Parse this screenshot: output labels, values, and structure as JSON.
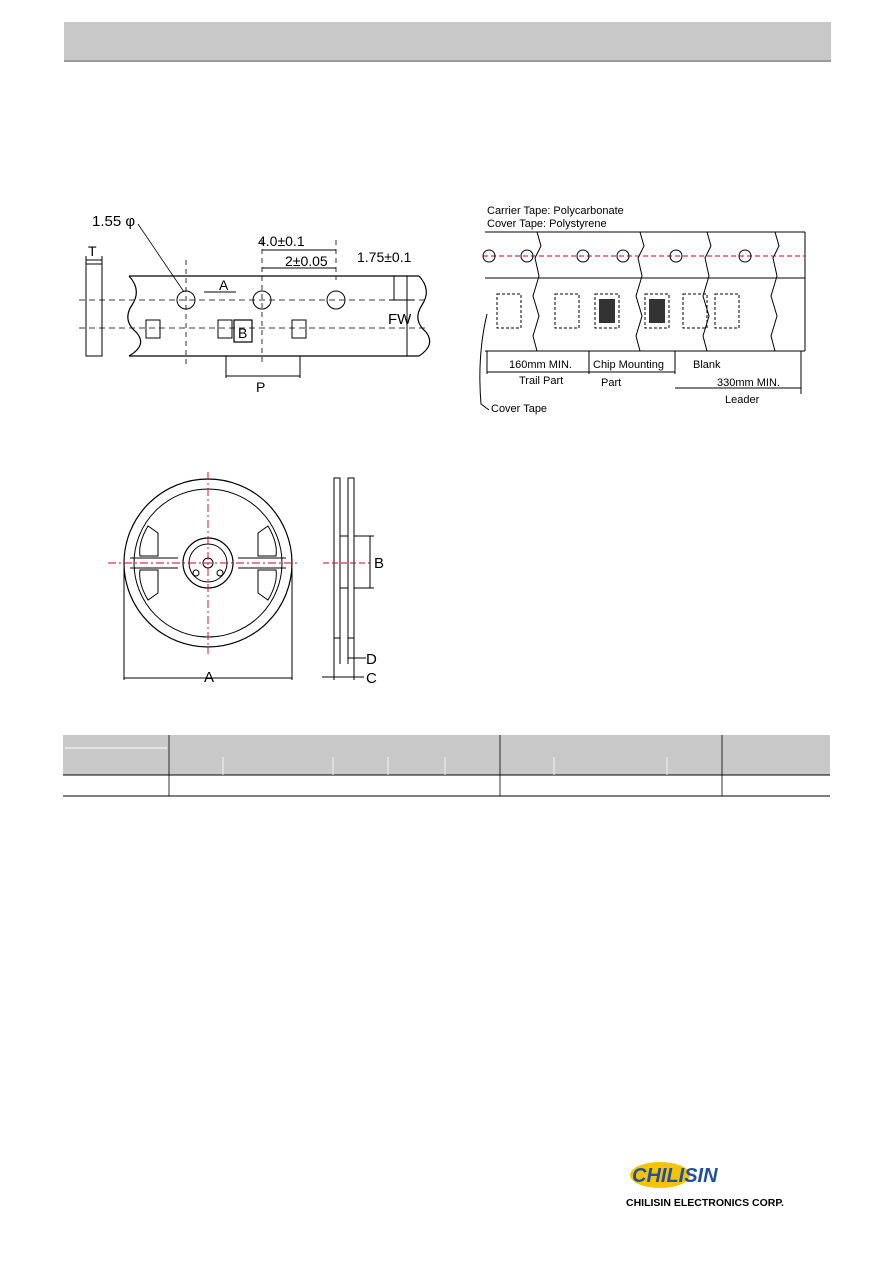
{
  "tape_diagram": {
    "label_hole": "1.55 φ",
    "label_pitch": "4.0±0.1",
    "label_half_pitch": "2±0.05",
    "label_edge": "1.75±0.1",
    "label_t": "T",
    "label_a": "A",
    "label_b": "B",
    "label_fw": "FW",
    "label_p": "P"
  },
  "tape_leader": {
    "carrier_tape": "Carrier Tape: Polycarbonate",
    "cover_tape_material": "Cover Tape: Polystyrene",
    "trail_length": "160mm MIN.",
    "trail_part": "Trail Part",
    "chip_mounting": "Chip Mounting",
    "chip_part": "Part",
    "blank": "Blank",
    "leader_length": "330mm MIN.",
    "leader": "Leader",
    "cover_tape": "Cover Tape"
  },
  "reel_diagram": {
    "label_a": "A",
    "label_b": "B",
    "label_c": "C",
    "label_d": "D"
  },
  "footer": {
    "logo_word": "CHILISIN",
    "company": "CHILISIN ELECTRONICS CORP."
  },
  "colors": {
    "header_bar": "#c8c8c8",
    "table_header": "#c8c8c8",
    "center_line": "#d0021b",
    "logo_blue": "#1f4fa0",
    "logo_yellow": "#f5c400"
  }
}
